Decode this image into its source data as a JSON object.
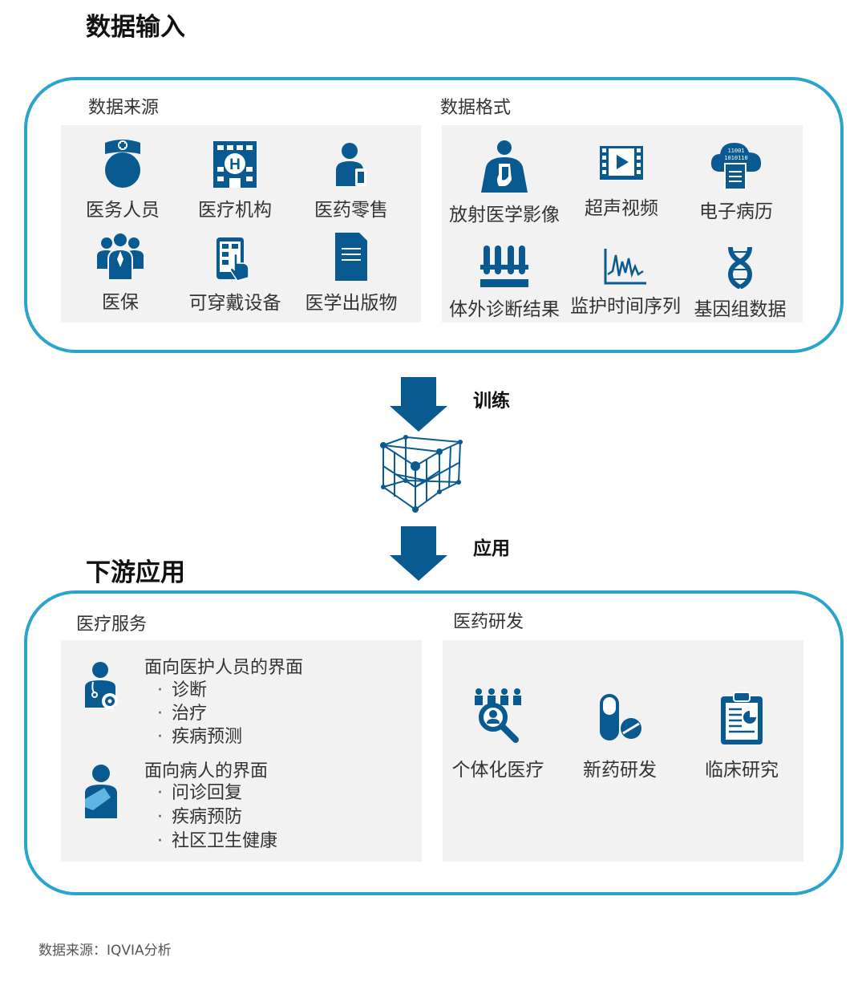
{
  "top": {
    "title": "数据输入",
    "sources": {
      "label": "数据来源",
      "items": [
        {
          "label": "医务人员",
          "icon": "nurse-icon"
        },
        {
          "label": "医疗机构",
          "icon": "hospital-icon"
        },
        {
          "label": "医药零售",
          "icon": "pharmacy-person-icon"
        },
        {
          "label": "医保",
          "icon": "group-icon"
        },
        {
          "label": "可穿戴设备",
          "icon": "tablet-touch-icon"
        },
        {
          "label": "医学出版物",
          "icon": "document-icon"
        }
      ]
    },
    "formats": {
      "label": "数据格式",
      "items": [
        {
          "label": "放射医学影像",
          "icon": "xray-person-icon"
        },
        {
          "label": "超声视频",
          "icon": "film-play-icon"
        },
        {
          "label": "电子病历",
          "icon": "cloud-document-icon",
          "cloud_text": [
            "11001",
            "1010110"
          ]
        },
        {
          "label": "体外诊断结果",
          "icon": "test-tubes-icon"
        },
        {
          "label": "监护时间序列",
          "icon": "waveform-icon"
        },
        {
          "label": "基因组数据",
          "icon": "dna-icon"
        }
      ]
    }
  },
  "flow": {
    "train_label": "训练",
    "apply_label": "应用",
    "model_icon": "cube-network-icon"
  },
  "bottom": {
    "title": "下游应用",
    "services": {
      "label": "医疗服务",
      "groups": [
        {
          "title": "面向医护人员的界面",
          "icon": "doctor-icon",
          "bullets": [
            "诊断",
            "治疗",
            "疾病预测"
          ]
        },
        {
          "title": "面向病人的界面",
          "icon": "patient-icon",
          "bullets": [
            "问诊回复",
            "疾病预防",
            "社区卫生健康"
          ]
        }
      ],
      "bullet_char": "·"
    },
    "rnd": {
      "label": "医药研发",
      "items": [
        {
          "label": "个体化医疗",
          "icon": "people-search-icon"
        },
        {
          "label": "新药研发",
          "icon": "pill-icon"
        },
        {
          "label": "临床研究",
          "icon": "clipboard-chart-icon"
        }
      ]
    }
  },
  "footer": {
    "source": "数据来源：IQVIA分析"
  },
  "colors": {
    "icon": "#0a5a92",
    "frame": "#2aa4cc",
    "panel": "#f2f2f2",
    "arrow": "#0a5a92"
  }
}
